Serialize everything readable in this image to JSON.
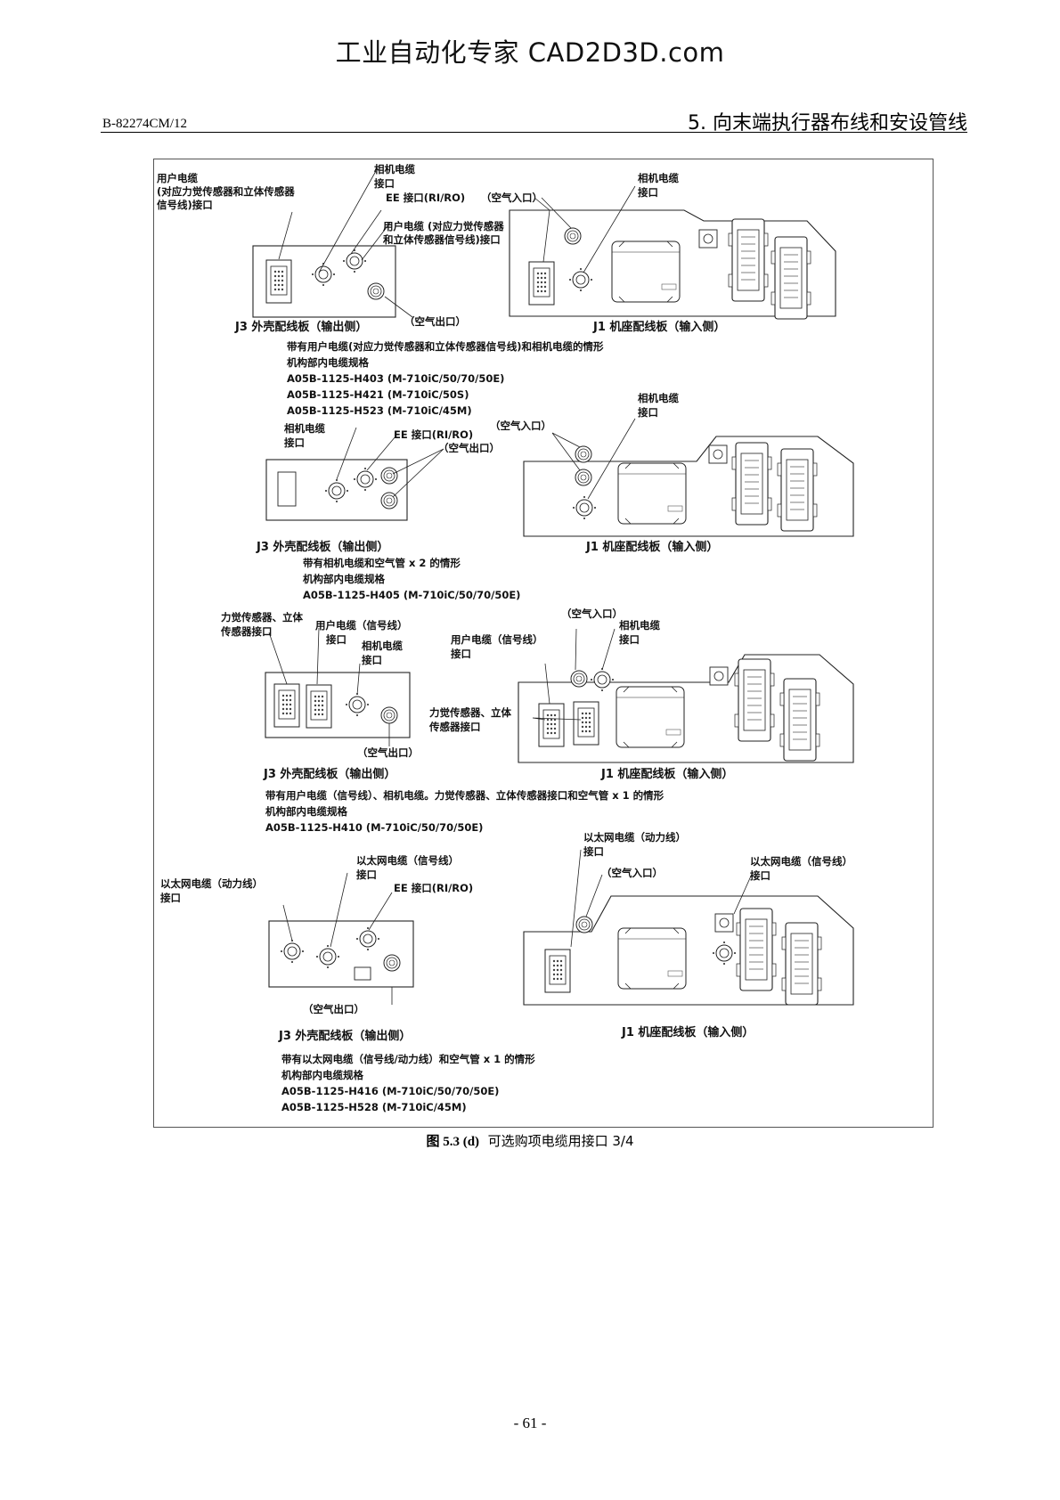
{
  "watermark": "工业自动化专家 CAD2D3D.com",
  "header": {
    "doc_id": "B-82274CM/12",
    "section": "5. 向末端执行器布线和安设管线"
  },
  "panels": [
    {
      "labels": {
        "user_cable": [
          "用户电缆",
          "(对应力觉传感器和立体传感器",
          "信号线)接口"
        ],
        "camera": [
          "相机电缆",
          "接口"
        ],
        "ee": "EE 接口(RI/RO)",
        "air_in": "（空气入口）",
        "user_cable2": [
          "用户电缆 (对应力觉传感器",
          "和立体传感器信号线)接口"
        ],
        "camera_right": [
          "相机电缆",
          "接口"
        ],
        "air_out": "（空气出口）"
      },
      "left_title": "J3 外壳配线板（输出侧）",
      "right_title": "J1 机座配线板（输入侧）",
      "desc": [
        "带有用户电缆(对应力觉传感器和立体传感器信号线)和相机电缆的情形",
        "机构部内电缆规格",
        "A05B-1125-H403 (M-710iC/50/70/50E)",
        "A05B-1125-H421 (M-710iC/50S)",
        "A05B-1125-H523 (M-710iC/45M)"
      ]
    },
    {
      "labels": {
        "camera": [
          "相机电缆",
          "接口"
        ],
        "ee": "EE 接口(RI/RO)",
        "air_out": "（空气出口）",
        "air_in": "（空气入口）",
        "camera_right": [
          "相机电缆",
          "接口"
        ]
      },
      "left_title": "J3 外壳配线板（输出侧）",
      "right_title": "J1 机座配线板（输入侧）",
      "desc": [
        "带有相机电缆和空气管  x 2 的情形",
        "机构部内电缆规格",
        "A05B-1125-H405 (M-710iC/50/70/50E)"
      ]
    },
    {
      "labels": {
        "force": [
          "力觉传感器、立体",
          "传感器接口"
        ],
        "user_signal": [
          "用户电缆（信号线）",
          "接口"
        ],
        "camera": [
          "相机电缆",
          "接口"
        ],
        "air_out": "（空气出口）",
        "air_in": "（空气入口）",
        "camera_right": [
          "相机电缆",
          "接口"
        ],
        "user_signal_right": [
          "用户电缆（信号线）",
          "接口"
        ],
        "force_right": [
          "力觉传感器、立体",
          "传感器接口"
        ]
      },
      "left_title": "J3 外壳配线板（输出侧）",
      "right_title": "J1 机座配线板（输入侧）",
      "desc": [
        "带有用户电缆（信号线）、相机电缆。力觉传感器、立体传感器接口和空气管  x 1 的情形",
        "机构部内电缆规格",
        "A05B-1125-H410 (M-710iC/50/70/50E)"
      ]
    },
    {
      "labels": {
        "eth_power": [
          "以太网电缆（动力线）",
          "接口"
        ],
        "eth_signal": [
          "以太网电缆（信号线）",
          "接口"
        ],
        "ee": "EE 接口(RI/RO)",
        "air_out": "（空气出口）",
        "eth_power_right": [
          "以太网电缆（动力线）",
          "接口"
        ],
        "air_in": "（空气入口）",
        "eth_signal_right": [
          "以太网电缆（信号线）",
          "接口"
        ]
      },
      "left_title": "J3 外壳配线板（输出侧）",
      "right_title": "J1 机座配线板（输入侧）",
      "desc": [
        "带有以太网电缆（信号线/动力线）和空气管  x 1 的情形",
        "机构部内电缆规格",
        "A05B-1125-H416 (M-710iC/50/70/50E)",
        "A05B-1125-H528 (M-710iC/45M)"
      ]
    }
  ],
  "figure_caption": {
    "num": "图 5.3 (d)",
    "text": "可选购项电缆用接口 3/4"
  },
  "page_number": "- 61 -"
}
